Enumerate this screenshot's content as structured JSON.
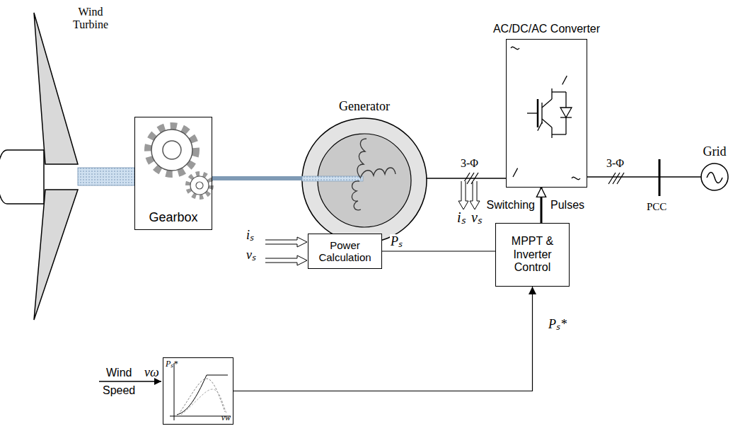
{
  "diagram": {
    "nodes": [
      {
        "text": [
          "Gearbox"
        ]
      },
      {
        "text": [
          "Generator"
        ]
      },
      {
        "text": [
          "AC/DC/AC Converter"
        ]
      },
      {
        "text": [
          "Power Calculation"
        ]
      },
      {
        "text": [
          "MPPT & Inverter Control"
        ]
      },
      {
        "text": [
          "Pₛ*",
          "vw"
        ]
      },
      {
        "text": [
          "Grid"
        ]
      }
    ],
    "edges": [
      {
        "from": 0,
        "to": 1,
        "arrow": "none"
      },
      {
        "from": 1,
        "to": 2,
        "arrow": "none",
        "label": "3-Φ"
      },
      {
        "from": 2,
        "to": 6,
        "arrow": "none",
        "label": "3-Φ"
      },
      {
        "from": 3,
        "to": 4,
        "arrow": "none",
        "label": "Pₛ"
      },
      {
        "from": 5,
        "to": 4,
        "arrow": "to",
        "label": "Pₛ*"
      },
      {
        "from": 4,
        "to": 2,
        "arrow": "to",
        "label": "Switching"
      }
    ],
    "labels": [
      "Wind Turbine",
      "iₛ",
      "vₛ",
      "iₛ",
      "vₛ",
      "Pulses",
      "PCC",
      "Wind",
      "Speed",
      "vω"
    ]
  }
}
